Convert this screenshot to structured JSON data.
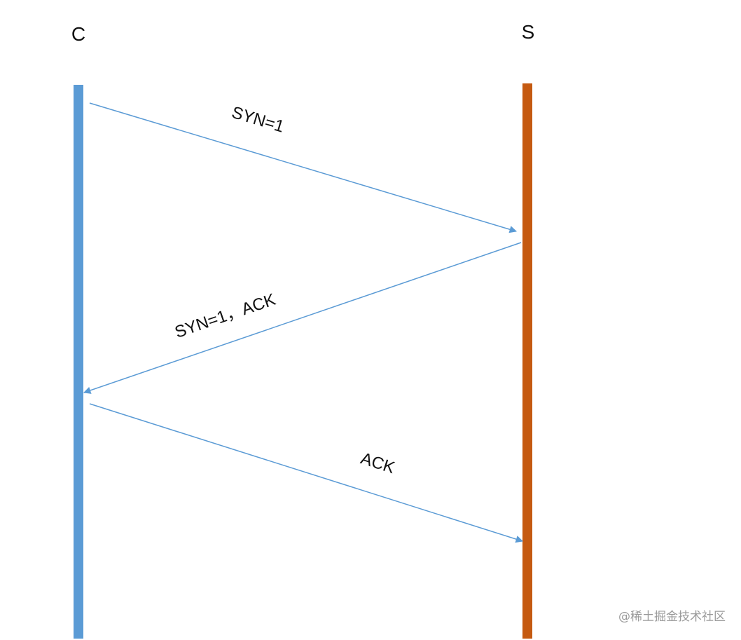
{
  "participants": [
    {
      "id": "client",
      "label": "C",
      "color": "#5b9bd5"
    },
    {
      "id": "server",
      "label": "S",
      "color": "#c55a11"
    }
  ],
  "messages": [
    {
      "label": "SYN=1",
      "from": "C",
      "to": "S"
    },
    {
      "label": "SYN=1，ACK",
      "from": "S",
      "to": "C"
    },
    {
      "label": "ACK",
      "from": "C",
      "to": "S"
    }
  ],
  "arrow_color": "#5b9bd5",
  "watermark": "@稀土掘金技术社区"
}
